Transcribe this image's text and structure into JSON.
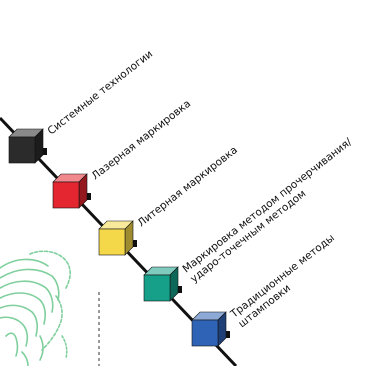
{
  "diagram": {
    "steps": [
      {
        "lines": [
          "Системные технологии"
        ],
        "color": "#2b2b2b"
      },
      {
        "lines": [
          "Лазерная маркировка"
        ],
        "color": "#e3262f"
      },
      {
        "lines": [
          "Литерная маркировка"
        ],
        "color": "#f4d84a"
      },
      {
        "lines": [
          "Маркировка методом прочерчивания/",
          "ударо-точечным методом"
        ],
        "color": "#16a089"
      },
      {
        "lines": [
          "Традиционные методы",
          "штамповки"
        ],
        "color": "#2f63b5"
      }
    ]
  }
}
